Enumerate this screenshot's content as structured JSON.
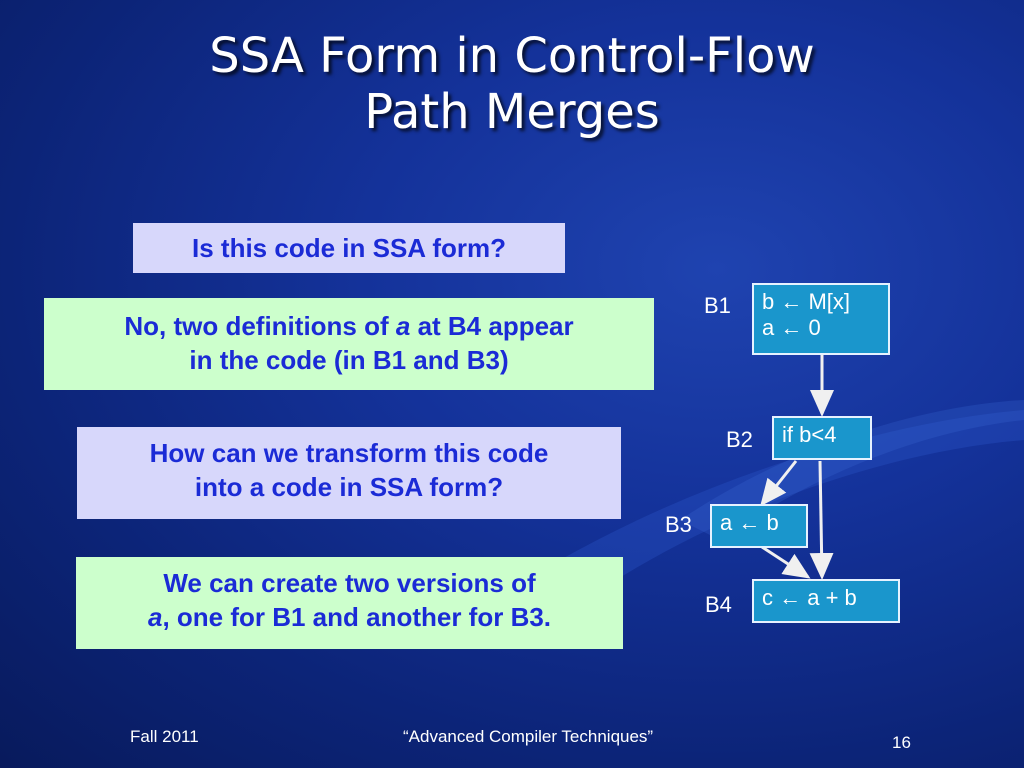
{
  "slide": {
    "title_line1": "SSA Form in Control-Flow",
    "title_line2": "Path Merges"
  },
  "callouts": {
    "question1": "Is this code in SSA form?",
    "answer1_part1": "No, two definitions of ",
    "answer1_italic": "a",
    "answer1_part2": " at B4 appear",
    "answer1_line2": "in the code (in B1 and B3)",
    "question2_line1": "How can we transform this code",
    "question2_line2": "into a code in SSA form?",
    "answer2_line1": "We can create two versions of",
    "answer2_italic": "a",
    "answer2_line2": ", one for B1 and another for B3."
  },
  "cfg": {
    "blocks": [
      {
        "label": "B1",
        "code": "b ← M[x]\na ← 0"
      },
      {
        "label": "B2",
        "code": "if b<4"
      },
      {
        "label": "B3",
        "code": "a ← b"
      },
      {
        "label": "B4",
        "code": "c ← a + b"
      }
    ],
    "edges": [
      [
        "B1",
        "B2"
      ],
      [
        "B2",
        "B3"
      ],
      [
        "B2",
        "B4"
      ],
      [
        "B3",
        "B4"
      ]
    ]
  },
  "footer": {
    "left": "Fall 2011",
    "center": "“Advanced Compiler Techniques”",
    "page": "16"
  },
  "colors": {
    "background": "#14329a",
    "question_box": "#d7d7fb",
    "answer_box": "#ccffcc",
    "box_text": "#1b2bd6",
    "block_fill": "#1a96cc"
  }
}
